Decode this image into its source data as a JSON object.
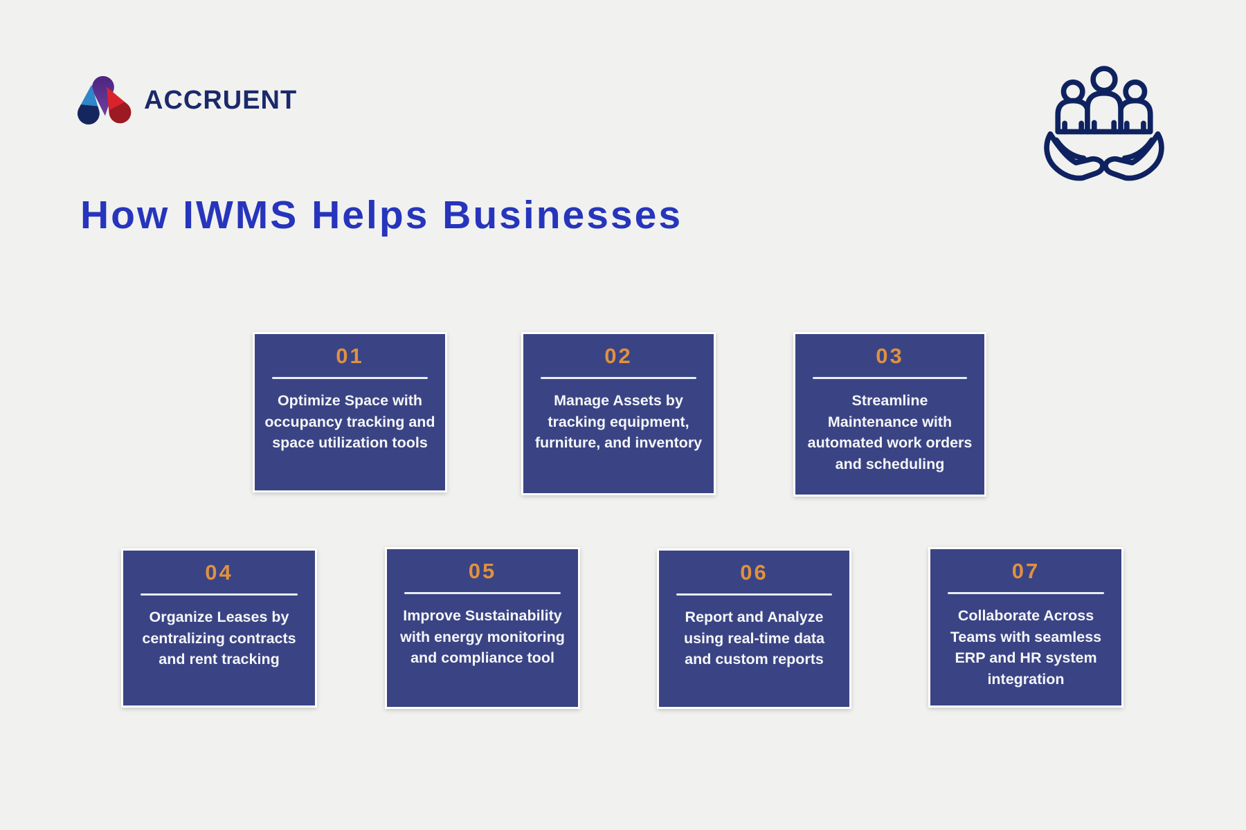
{
  "meta": {
    "kind": "infographic"
  },
  "colors": {
    "background": "#f1f1ef",
    "card_background": "#3a4484",
    "card_border": "#ffffff",
    "number_orange": "#e0913f",
    "divider": "#e8edf5",
    "card_text": "#f5f6f8",
    "title_blue": "#2635bc",
    "brand_navy": "#1b296b",
    "icon_navy": "#0f2260",
    "logo_purple": "#5d2e91",
    "logo_light_blue": "#2f86c9",
    "logo_dark_blue": "#15265e",
    "logo_red": "#d8232e",
    "logo_dark_red": "#9c1b22"
  },
  "header": {
    "brand_name": "ACCRUENT",
    "logo_icon": "accruent-trimark-icon",
    "hero_icon": "people-held-by-hands-icon",
    "title": "How IWMS Helps Businesses"
  },
  "cards": [
    {
      "number": "01",
      "text": "Optimize Space with occupancy tracking and space utilization tools"
    },
    {
      "number": "02",
      "text": "Manage Assets by tracking equipment, furniture, and inventory"
    },
    {
      "number": "03",
      "text": "Streamline Maintenance with automated work orders and scheduling"
    },
    {
      "number": "04",
      "text": "Organize Leases by centralizing contracts and rent tracking"
    },
    {
      "number": "05",
      "text": "Improve Sustainability with energy monitoring and compliance tool"
    },
    {
      "number": "06",
      "text": "Report and Analyze using real-time data and custom reports"
    },
    {
      "number": "07",
      "text": "Collaborate Across Teams with seamless ERP and HR system integration"
    }
  ]
}
